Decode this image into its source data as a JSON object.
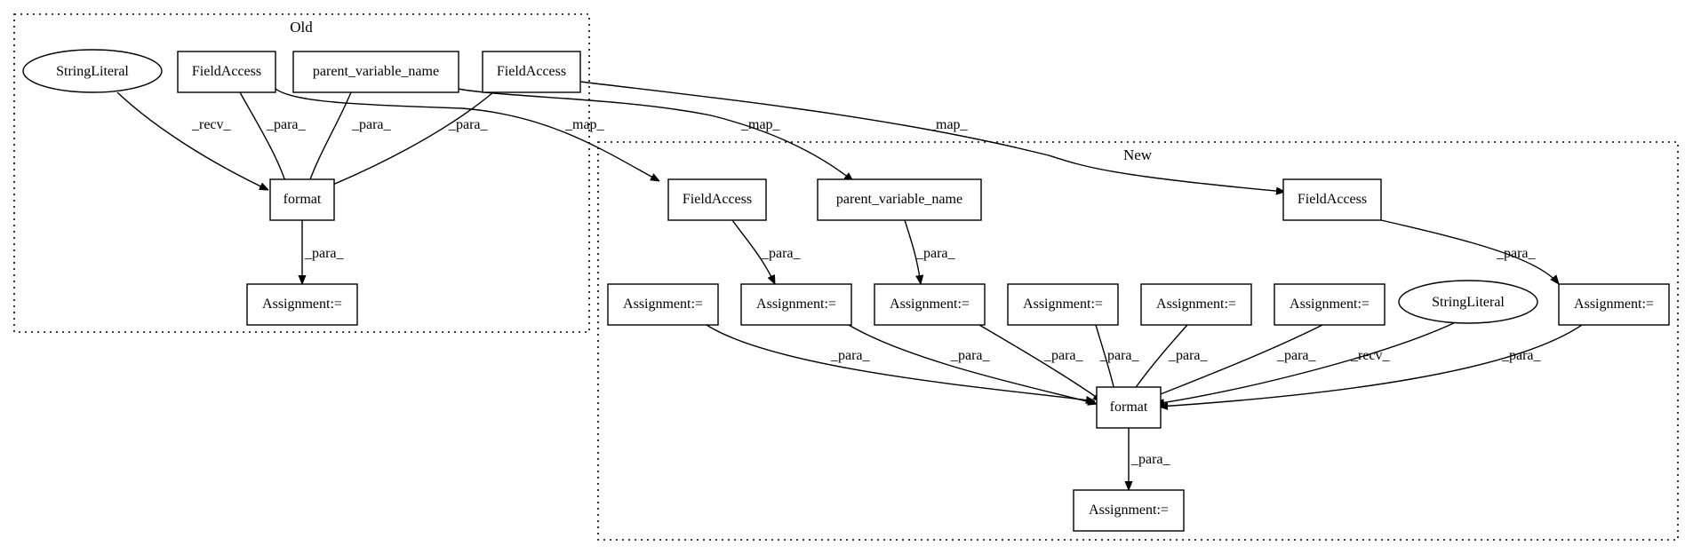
{
  "clusters": {
    "old": {
      "label": "Old"
    },
    "new": {
      "label": "New"
    }
  },
  "nodes": {
    "old_string_literal": "StringLiteral",
    "old_field_access_1": "FieldAccess",
    "old_parent_variable_name": "parent_variable_name",
    "old_field_access_2": "FieldAccess",
    "old_format": "format",
    "old_assignment": "Assignment:=",
    "new_field_access_1": "FieldAccess",
    "new_parent_variable_name": "parent_variable_name",
    "new_field_access_2": "FieldAccess",
    "new_assignment_1": "Assignment:=",
    "new_assignment_2": "Assignment:=",
    "new_assignment_3": "Assignment:=",
    "new_assignment_4": "Assignment:=",
    "new_assignment_5": "Assignment:=",
    "new_assignment_6": "Assignment:=",
    "new_string_literal": "StringLiteral",
    "new_assignment_7": "Assignment:=",
    "new_format": "format",
    "new_assignment_out": "Assignment:="
  },
  "edge_labels": {
    "recv": "_recv_",
    "para": "_para_",
    "map": "_map_"
  }
}
